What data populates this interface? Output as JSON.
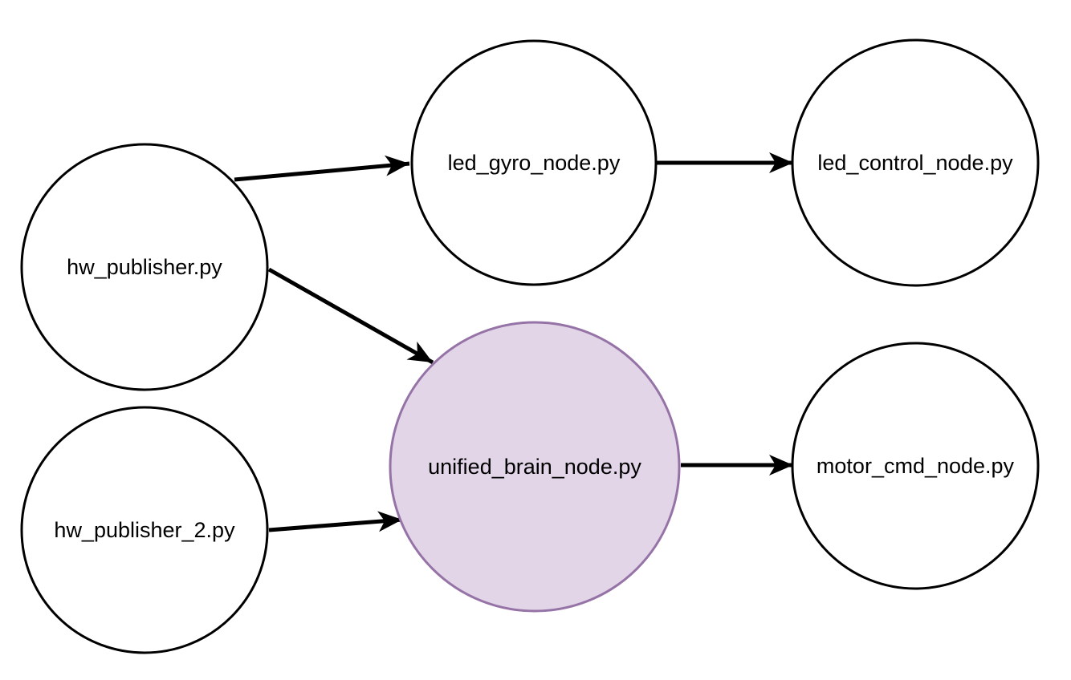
{
  "colors": {
    "background": "#ffffff",
    "node_fill": "#ffffff",
    "node_stroke": "#000000",
    "highlight_fill": "#e1d5e7",
    "highlight_stroke": "#9673a6",
    "edge": "#000000"
  },
  "nodes": [
    {
      "id": "hw_publisher",
      "label": "hw_publisher.py",
      "highlighted": false
    },
    {
      "id": "hw_publisher_2",
      "label": "hw_publisher_2.py",
      "highlighted": false
    },
    {
      "id": "led_gyro_node",
      "label": "led_gyro_node.py",
      "highlighted": false
    },
    {
      "id": "led_control_node",
      "label": "led_control_node.py",
      "highlighted": false
    },
    {
      "id": "unified_brain_node",
      "label": "unified_brain_node.py",
      "highlighted": true
    },
    {
      "id": "motor_cmd_node",
      "label": "motor_cmd_node.py",
      "highlighted": false
    }
  ],
  "edges": [
    {
      "from": "hw_publisher",
      "to": "led_gyro_node"
    },
    {
      "from": "hw_publisher",
      "to": "unified_brain_node"
    },
    {
      "from": "hw_publisher_2",
      "to": "unified_brain_node"
    },
    {
      "from": "led_gyro_node",
      "to": "led_control_node"
    },
    {
      "from": "unified_brain_node",
      "to": "motor_cmd_node"
    }
  ]
}
